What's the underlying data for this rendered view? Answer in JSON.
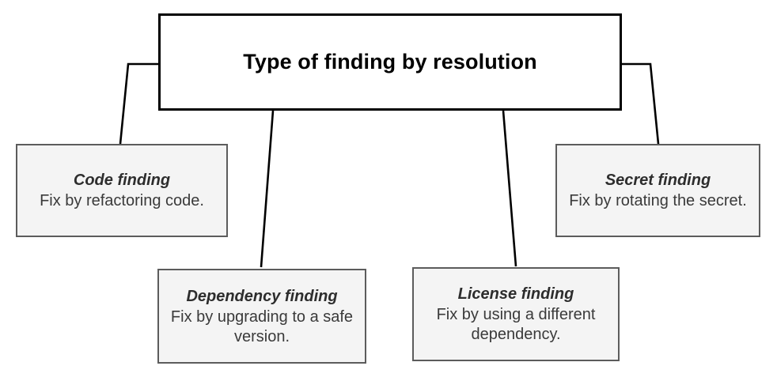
{
  "diagram": {
    "type": "tree-hierarchy",
    "root": {
      "title": "Type of finding by resolution",
      "fill_color": "#ffffff",
      "border_color": "#000000"
    },
    "leaf_fill_color": "#f4f4f4",
    "leaf_border_color": "#5c5c5c",
    "children": [
      {
        "id": "code",
        "title": "Code finding",
        "description": "Fix by refactoring code."
      },
      {
        "id": "dependency",
        "title": "Dependency finding",
        "description": "Fix by upgrading to a safe version."
      },
      {
        "id": "license",
        "title": "License finding",
        "description": "Fix by using a different dependency."
      },
      {
        "id": "secret",
        "title": "Secret finding",
        "description": "Fix by rotating the secret."
      }
    ],
    "connectors": [
      {
        "id": "root-to-code",
        "from": "root",
        "to": "code"
      },
      {
        "id": "root-to-dependency",
        "from": "root",
        "to": "dependency"
      },
      {
        "id": "root-to-license",
        "from": "root",
        "to": "license"
      },
      {
        "id": "root-to-secret",
        "from": "root",
        "to": "secret"
      }
    ]
  }
}
